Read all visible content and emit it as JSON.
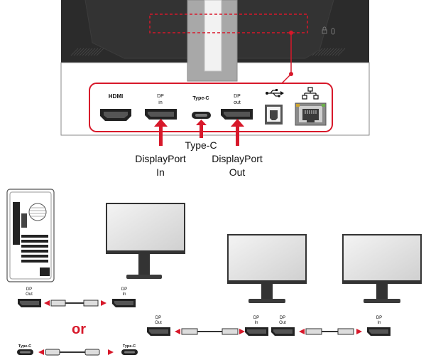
{
  "monitor_panel": {
    "port_labels": {
      "hdmi": "HDMI",
      "dp_in_line1": "DP",
      "dp_in_line2": "in",
      "type_c": "Type-C",
      "dp_out_line1": "DP",
      "dp_out_line2": "out"
    },
    "callouts": {
      "displayport_in_line1": "DisplayPort",
      "displayport_in_line2": "In",
      "type_c": "Type-C",
      "displayport_out_line1": "DisplayPort",
      "displayport_out_line2": "Out"
    }
  },
  "daisy_chain": {
    "pc_dp_out": [
      "DP",
      "Out"
    ],
    "monitor1_dp_in": [
      "DP",
      "In"
    ],
    "monitor1_dp_out": [
      "DP",
      "Out"
    ],
    "monitor2_dp_in": [
      "DP",
      "In"
    ],
    "monitor2_dp_out": [
      "DP",
      "Out"
    ],
    "monitor3_dp_in": [
      "DP",
      "In"
    ],
    "or_text": "or",
    "pc_type_c": "Type-C",
    "monitor1_type_c": "Type-C"
  },
  "colors": {
    "accent_red": "#d7182a",
    "panel_black": "#2b2b2b",
    "stand_gray": "#a8a8a8",
    "outline_gray": "#555555"
  }
}
